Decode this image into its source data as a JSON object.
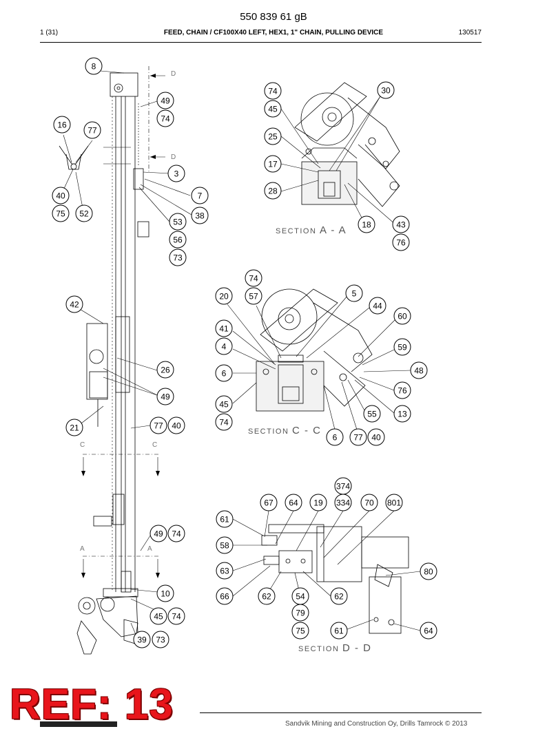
{
  "header": {
    "title": "550 839 61 gB",
    "page": "1 (31)",
    "subtitle": "FEED, CHAIN / CF100X40 LEFT, HEX1, 1\" CHAIN, PULLING DEVICE",
    "code": "130517"
  },
  "stamp": {
    "text": "REF: 13",
    "color": "#e8151b"
  },
  "footer": {
    "text": "Sandvik Mining and Construction Oy, Drills Tamrock © 2013"
  },
  "sections": {
    "a": {
      "word": "SECTION",
      "letter": "A - A"
    },
    "c": {
      "word": "SECTION",
      "letter": "C - C"
    },
    "d": {
      "word": "SECTION",
      "letter": "D - D"
    }
  },
  "view_marks": {
    "d": "D",
    "c": "C",
    "a": "A"
  },
  "callouts": {
    "main": [
      "8",
      "49",
      "74",
      "16",
      "77",
      "40",
      "75",
      "52",
      "3",
      "7",
      "38",
      "53",
      "56",
      "73",
      "42",
      "26",
      "49",
      "21",
      "77",
      "40",
      "49",
      "74",
      "10",
      "45",
      "74",
      "39",
      "73"
    ],
    "section_a": [
      "74",
      "30",
      "45",
      "25",
      "17",
      "28",
      "18",
      "43",
      "76"
    ],
    "section_c": [
      "74",
      "20",
      "57",
      "5",
      "44",
      "60",
      "41",
      "4",
      "59",
      "6",
      "48",
      "76",
      "45",
      "74",
      "55",
      "13",
      "6",
      "77",
      "40"
    ],
    "section_d": [
      "374",
      "67",
      "64",
      "19",
      "334",
      "70",
      "801",
      "61",
      "58",
      "63",
      "80",
      "66",
      "62",
      "54",
      "62",
      "79",
      "75",
      "61",
      "64"
    ]
  }
}
